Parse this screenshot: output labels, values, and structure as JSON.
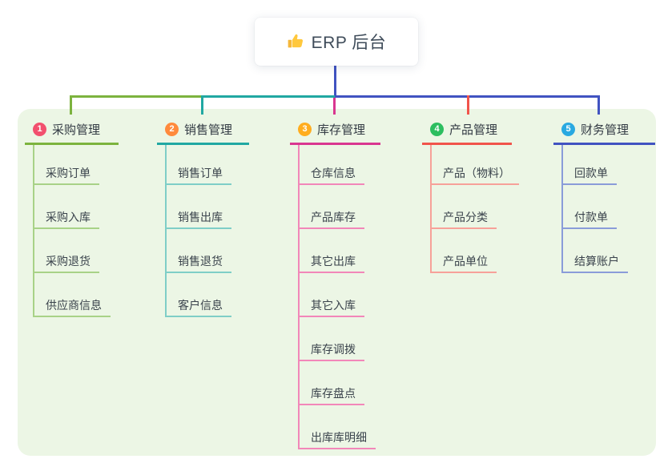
{
  "root": {
    "label": "ERP 后台",
    "icon": "thumbs-up-icon",
    "icon_color": "#FFC83D"
  },
  "palette": {
    "page_bg": "#FFFFFF",
    "panel_bg": "#ECF6E5",
    "stem_blue": "#4153C1",
    "text": "#3A434C",
    "title_text": "#3E4B59"
  },
  "branches": [
    {
      "number": "1",
      "label": "采购管理",
      "badge_color": "#F2506E",
      "line_color": "#7CB33E",
      "child_line_color": "#A8D287",
      "children": [
        "采购订单",
        "采购入库",
        "采购退货",
        "供应商信息"
      ]
    },
    {
      "number": "2",
      "label": "销售管理",
      "badge_color": "#FF8A3C",
      "line_color": "#21A8A2",
      "child_line_color": "#7FCEC7",
      "children": [
        "销售订单",
        "销售出库",
        "销售退货",
        "客户信息"
      ]
    },
    {
      "number": "3",
      "label": "库存管理",
      "badge_color": "#FFAD1F",
      "line_color": "#D93690",
      "child_line_color": "#F287B9",
      "children": [
        "仓库信息",
        "产品库存",
        "其它出库",
        "其它入库",
        "库存调拨",
        "库存盘点",
        "出库库明细"
      ]
    },
    {
      "number": "4",
      "label": "产品管理",
      "badge_color": "#2DBE60",
      "line_color": "#F1544B",
      "child_line_color": "#F7A199",
      "children": [
        "产品（物料）",
        "产品分类",
        "产品单位"
      ]
    },
    {
      "number": "5",
      "label": "财务管理",
      "badge_color": "#29A9E1",
      "line_color": "#4153C1",
      "child_line_color": "#8A9CD9",
      "children": [
        "回款单",
        "付款单",
        "结算账户"
      ]
    }
  ]
}
